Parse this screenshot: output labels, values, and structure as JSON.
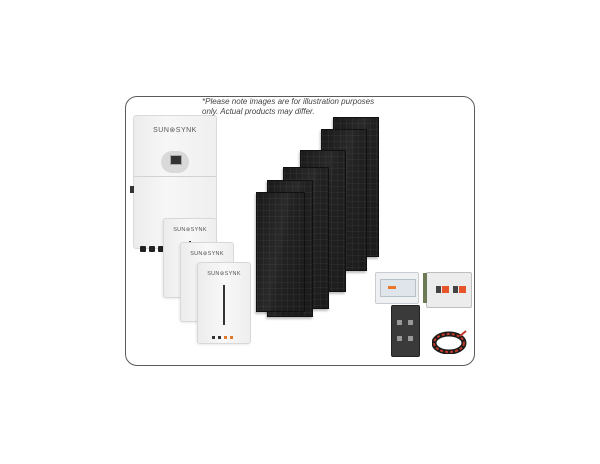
{
  "disclaimer": {
    "line1": "*Please note images are for illustration purposes",
    "line2": "only. Actual products may differ."
  },
  "products": {
    "inverter": {
      "brand_logo": "SUN⊛SYNK",
      "label": "Hybrid inverter"
    },
    "batteries": [
      {
        "brand_logo": "SUN⊛SYNK"
      },
      {
        "brand_logo": "SUN⊛SYNK"
      },
      {
        "brand_logo": "SUN⊛SYNK"
      }
    ],
    "solar_panel_count": 6,
    "accessories": [
      "AC distribution box",
      "DC distribution box",
      "DC isolator",
      "Solar cable reel"
    ]
  },
  "colors": {
    "frame_border": "#5a5a5a",
    "panel_black": "#1f1f1f",
    "breaker_orange": "#e8552a",
    "cable_red": "#c0392b"
  }
}
